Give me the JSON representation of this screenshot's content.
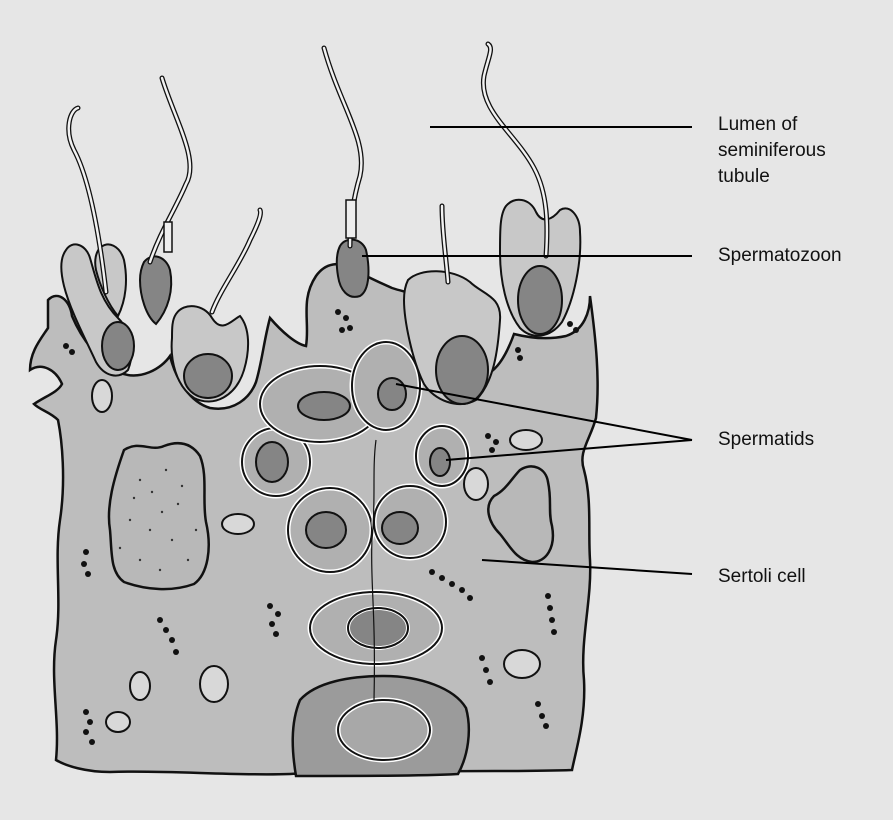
{
  "diagram": {
    "labels": {
      "lumen": "Lumen of\nseminiferous\ntubule",
      "spermatozoon": "Spermatozoon",
      "spermatids": "Spermatids",
      "sertoli": "Sertoli cell"
    },
    "colors": {
      "background": "#e6e6e6",
      "cytoplasm": "#bdbdbd",
      "cell_light": "#c8c8c8",
      "nucleus": "#858585",
      "acrosome": "#9a9a9a",
      "outline": "#111111",
      "leader_line": "#000000"
    }
  }
}
